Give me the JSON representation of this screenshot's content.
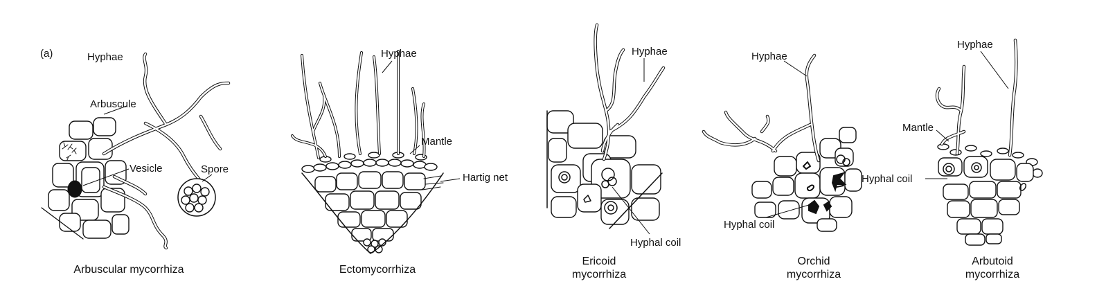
{
  "panel_label": "(a)",
  "arbuscular": {
    "caption": "Arbuscular mycorrhiza",
    "labels": {
      "hyphae": "Hyphae",
      "arbuscule": "Arbuscule",
      "vesicle": "Vesicle",
      "spore": "Spore"
    }
  },
  "ecto": {
    "caption": "Ectomycorrhiza",
    "labels": {
      "hyphae": "Hyphae",
      "mantle": "Mantle",
      "hartig_net": "Hartig net"
    }
  },
  "ericoid": {
    "caption_line1": "Ericoid",
    "caption_line2": "mycorrhiza",
    "labels": {
      "hyphae": "Hyphae",
      "hyphal_coil": "Hyphal coil"
    }
  },
  "orchid": {
    "caption_line1": "Orchid",
    "caption_line2": "mycorrhiza",
    "labels": {
      "hyphae": "Hyphae",
      "hyphal_coil": "Hyphal coil"
    }
  },
  "arbutoid": {
    "caption_line1": "Arbutoid",
    "caption_line2": "mycorrhiza",
    "labels": {
      "hyphae": "Hyphae",
      "mantle": "Mantle",
      "hyphal_coil": "Hyphal coil"
    }
  }
}
